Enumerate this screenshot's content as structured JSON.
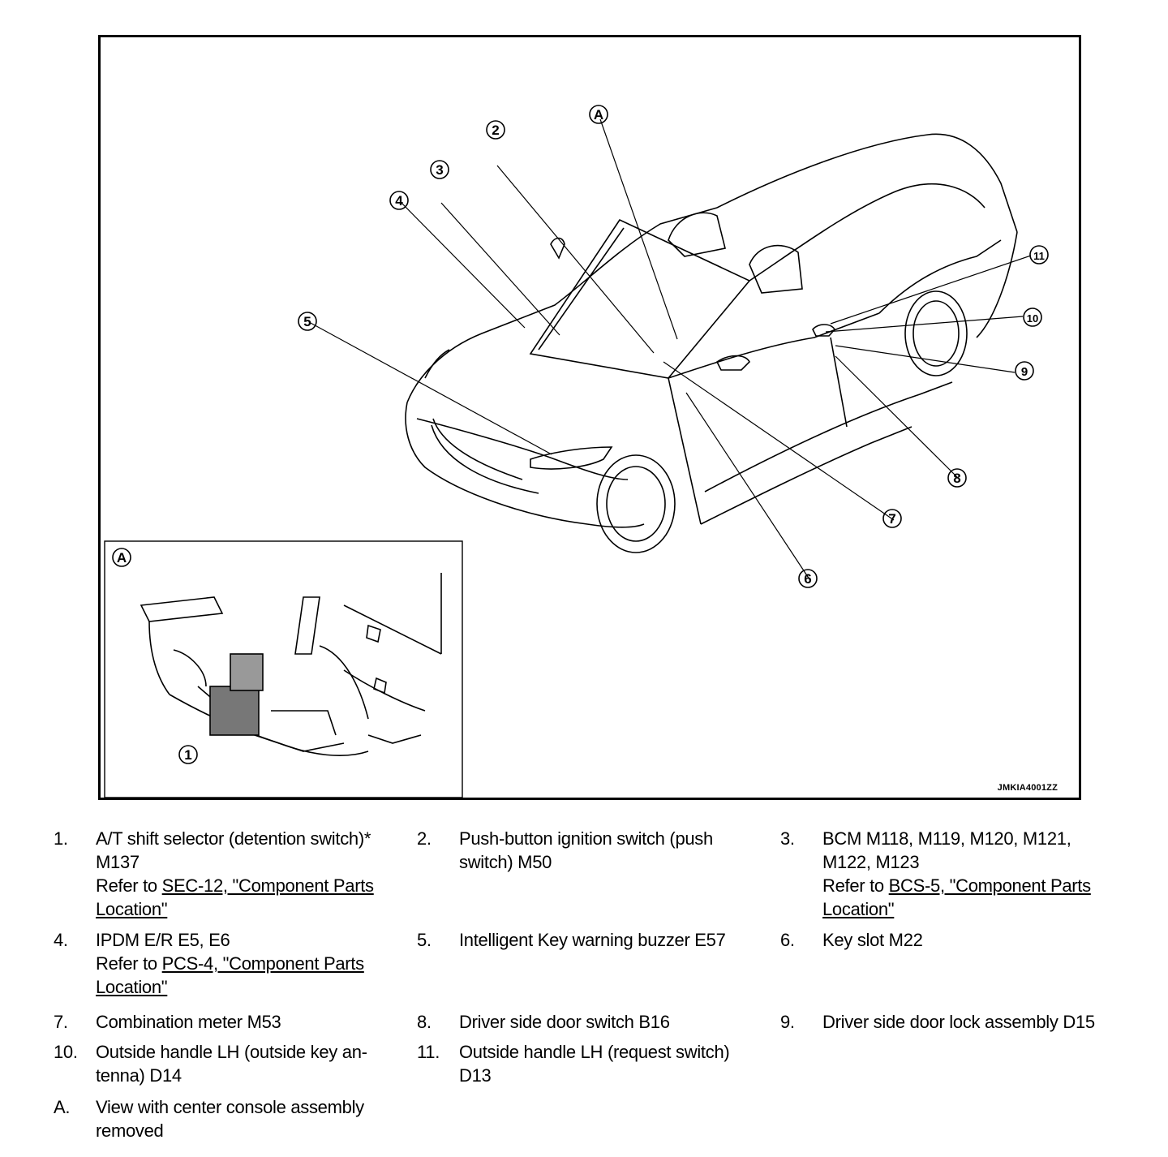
{
  "figure": {
    "id_label": "JMKIA4001ZZ",
    "callouts": [
      "1",
      "2",
      "3",
      "4",
      "5",
      "6",
      "7",
      "8",
      "9",
      "10",
      "11",
      "A"
    ],
    "inset_label": "A"
  },
  "legend": [
    {
      "num": "1.",
      "lines": [
        "A/T shift selector (detention switch)*",
        "M137"
      ],
      "refer_prefix": "Refer to ",
      "refer_link": "SEC-12, \"Component Parts",
      "refer_link2": "Location\""
    },
    {
      "num": "2.",
      "lines": [
        "Push-button ignition switch (push",
        "switch) M50"
      ]
    },
    {
      "num": "3.",
      "lines": [
        "BCM M118, M119, M120, M121,",
        "M122, M123"
      ],
      "refer_prefix": "Refer to ",
      "refer_link": "BCS-5, \"Component Parts",
      "refer_link2": "Location\""
    },
    {
      "num": "4.",
      "lines": [
        "IPDM E/R E5, E6"
      ],
      "refer_prefix": "Refer to ",
      "refer_link": "PCS-4, \"Component Parts",
      "refer_link2": "Location\""
    },
    {
      "num": "5.",
      "lines": [
        "Intelligent Key warning buzzer E57"
      ]
    },
    {
      "num": "6.",
      "lines": [
        "Key slot M22"
      ]
    },
    {
      "num": "7.",
      "lines": [
        "Combination meter M53"
      ]
    },
    {
      "num": "8.",
      "lines": [
        "Driver side door switch B16"
      ]
    },
    {
      "num": "9.",
      "lines": [
        "Driver side door lock assembly D15"
      ]
    },
    {
      "num": "10.",
      "lines": [
        "Outside handle LH (outside key an-",
        "tenna) D14"
      ]
    },
    {
      "num": "11.",
      "lines": [
        "Outside handle LH (request switch)",
        "D13"
      ]
    },
    {
      "num": "A.",
      "lines": [
        "View with center console assembly",
        "removed"
      ]
    }
  ]
}
